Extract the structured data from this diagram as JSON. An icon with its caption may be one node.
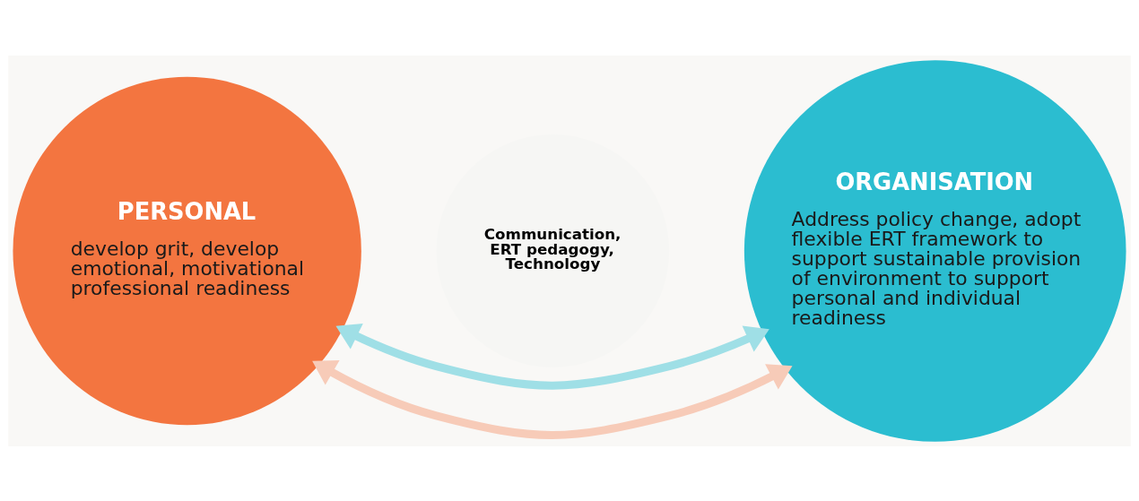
{
  "diagram": {
    "nodes": [
      {
        "text": [
          "PERSONAL",
          "develop grit, develop emotional, motivational professional readiness"
        ]
      },
      {
        "text": [
          "Communication,",
          "ERT pedagogy,",
          "Technology"
        ]
      },
      {
        "text": [
          "ORGANISATION",
          "Address policy change, adopt flexible ERT framework to support sustainable provision of environment to support personal and individual readiness"
        ]
      }
    ],
    "edges": [
      {
        "from": 0,
        "to": 2,
        "arrow": "both",
        "color": "#f7cbb8"
      },
      {
        "from": 0,
        "to": 2,
        "arrow": "both",
        "color": "#9fdfe6"
      }
    ]
  }
}
